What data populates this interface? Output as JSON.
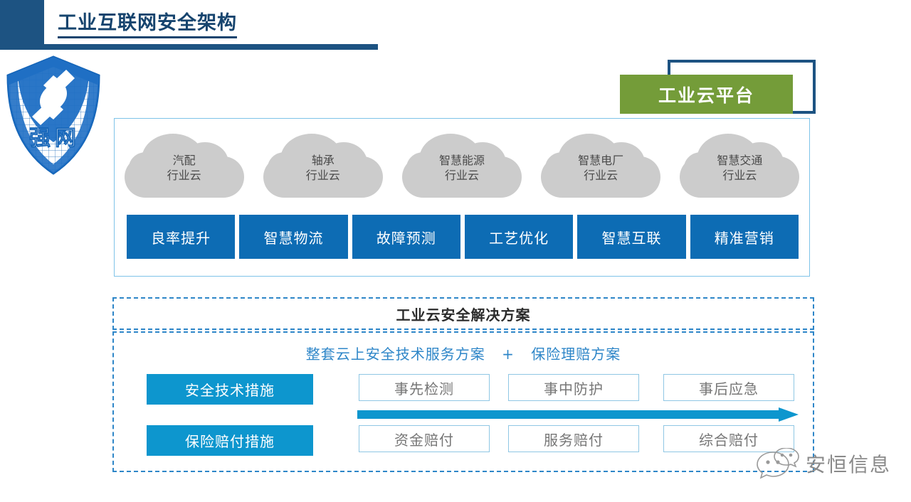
{
  "header": {
    "title": "工业互联网安全架构",
    "accent_navy": "#1d5382",
    "logo_name": "强网"
  },
  "banner": {
    "label": "工业云平台",
    "color": "#749c39"
  },
  "cloud_platform": {
    "clouds": [
      {
        "line1": "汽配",
        "line2": "行业云"
      },
      {
        "line1": "轴承",
        "line2": "行业云"
      },
      {
        "line1": "智慧能源",
        "line2": "行业云"
      },
      {
        "line1": "智慧电厂",
        "line2": "行业云"
      },
      {
        "line1": "智慧交通",
        "line2": "行业云"
      }
    ],
    "buttons": [
      "良率提升",
      "智慧物流",
      "故障预测",
      "工艺优化",
      "智慧互联",
      "精准营销"
    ],
    "button_color": "#0d6cb4",
    "cloud_color": "#cccccc"
  },
  "solution": {
    "title": "工业云安全解决方案",
    "subtitle_left": "整套云上安全技术服务方案",
    "subtitle_plus": "+",
    "subtitle_right": "保险理赔方案",
    "rows": [
      {
        "label": "安全技术措施",
        "chips": [
          "事先检测",
          "事中防护",
          "事后应急"
        ]
      },
      {
        "label": "保险赔付措施",
        "chips": [
          "资金赔付",
          "服务赔付",
          "综合赔付"
        ]
      }
    ],
    "label_color": "#0d96ce",
    "dash_color": "#2e86c8",
    "arrow_color": "#0d96ce"
  },
  "watermark": {
    "text": "安恒信息",
    "icon": "wechat-icon"
  }
}
